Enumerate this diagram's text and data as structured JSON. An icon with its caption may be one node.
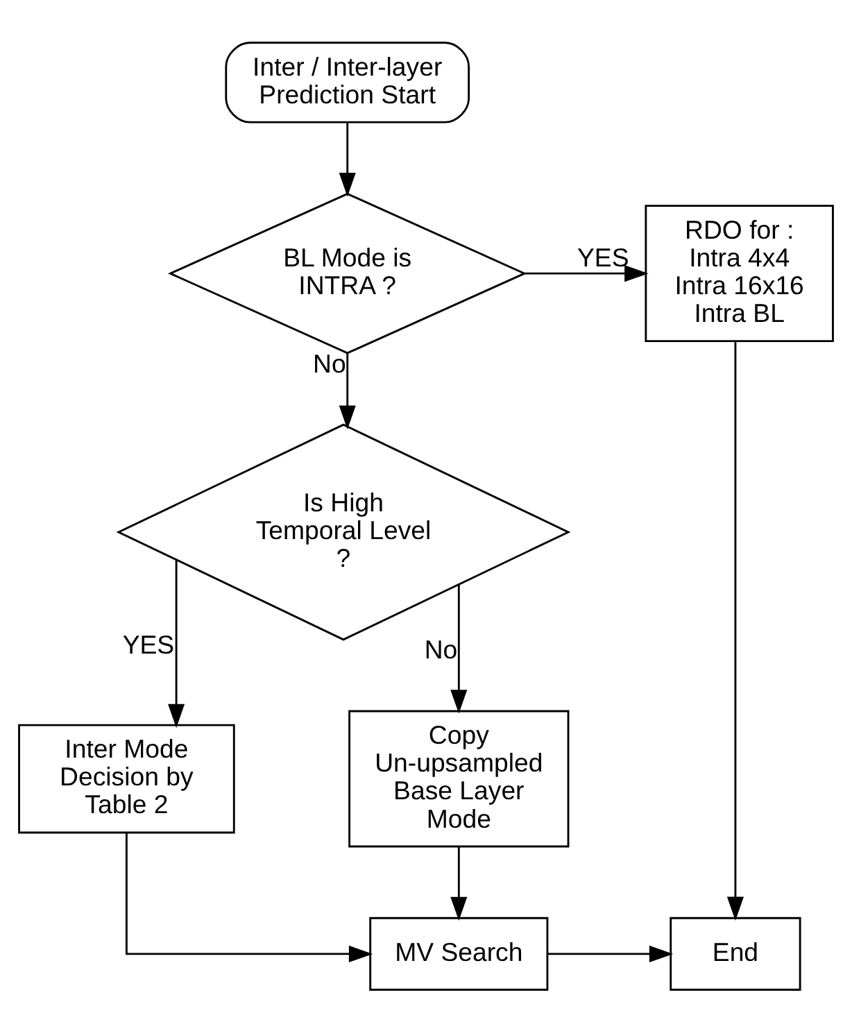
{
  "diagram": {
    "nodes": [
      {
        "text": [
          "Inter / Inter-layer Prediction Start"
        ]
      },
      {
        "text": [
          "BL Mode is INTRA ?"
        ]
      },
      {
        "text": [
          "RDO for : Intra 4x4 Intra 16x16 Intra BL"
        ]
      },
      {
        "text": [
          "Is High Temporal Level ?"
        ]
      },
      {
        "text": [
          "Inter Mode Decision by Table 2"
        ]
      },
      {
        "text": [
          "Copy Un-upsampled Base Layer Mode"
        ]
      },
      {
        "text": [
          "MV Search"
        ]
      },
      {
        "text": [
          "End"
        ]
      }
    ],
    "edges": [
      {
        "from": 0,
        "to": 1,
        "arrow": "to"
      },
      {
        "from": 1,
        "to": 2,
        "arrow": "to",
        "label": "YES"
      },
      {
        "from": 1,
        "to": 3,
        "arrow": "to",
        "label": "No"
      },
      {
        "from": 3,
        "to": 4,
        "arrow": "to",
        "label": "YES"
      },
      {
        "from": 3,
        "to": 5,
        "arrow": "to",
        "label": "No"
      },
      {
        "from": 5,
        "to": 6,
        "arrow": "to"
      },
      {
        "from": 4,
        "to": 6,
        "arrow": "to"
      },
      {
        "from": 6,
        "to": 7,
        "arrow": "to"
      },
      {
        "from": 2,
        "to": 7,
        "arrow": "to"
      }
    ]
  }
}
